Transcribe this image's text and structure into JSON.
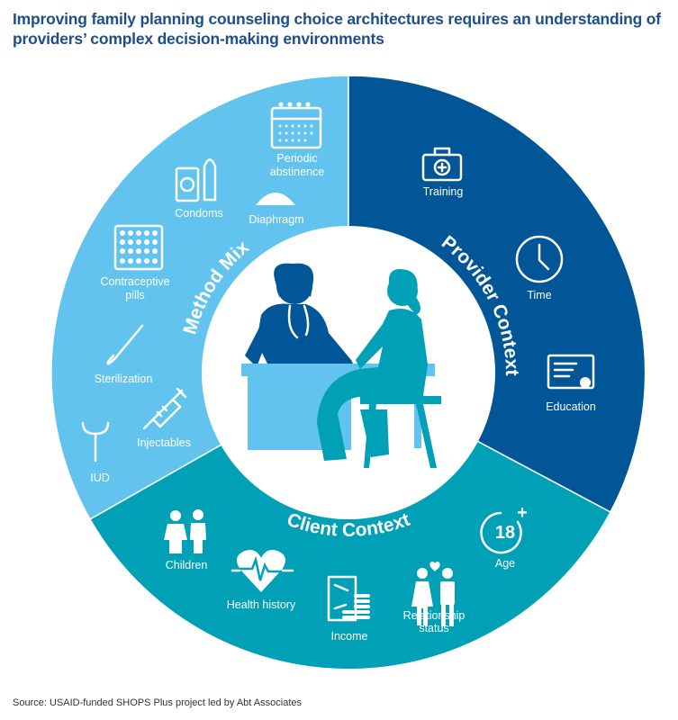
{
  "title": "Improving family planning counseling choice architectures requires an understanding of providers’ complex decision-making environments",
  "source": "Source: USAID-funded SHOPS Plus project led by Abt Associates",
  "colors": {
    "method_mix": "#62C3EE",
    "provider_context": "#005696",
    "client_context": "#00A0B6",
    "title": "#1c4f8c"
  },
  "segments": {
    "method_mix": {
      "label": "Method Mix",
      "items": [
        {
          "label": "Periodic abstinence",
          "line1": "Periodic",
          "line2": "abstinence",
          "icon": "calendar-icon"
        },
        {
          "label": "Condoms",
          "icon": "condom-icon"
        },
        {
          "label": "Diaphragm",
          "icon": "diaphragm-icon"
        },
        {
          "label": "Contraceptive pills",
          "line1": "Contraceptive",
          "line2": "pills",
          "icon": "pill-pack-icon"
        },
        {
          "label": "Sterilization",
          "icon": "scalpel-icon"
        },
        {
          "label": "Injectables",
          "icon": "syringe-icon"
        },
        {
          "label": "IUD",
          "icon": "iud-icon"
        }
      ]
    },
    "provider_context": {
      "label": "Provider Context",
      "items": [
        {
          "label": "Training",
          "icon": "first-aid-kit-icon"
        },
        {
          "label": "Time",
          "icon": "clock-icon"
        },
        {
          "label": "Education",
          "icon": "certificate-icon"
        }
      ]
    },
    "client_context": {
      "label": "Client Context",
      "items": [
        {
          "label": "Children",
          "icon": "children-icon"
        },
        {
          "label": "Health history",
          "icon": "heart-rate-icon"
        },
        {
          "label": "Income",
          "icon": "money-icon"
        },
        {
          "label": "Relationship status",
          "line1": "Relationship",
          "line2": "status",
          "icon": "couple-icon"
        },
        {
          "label": "Age",
          "icon": "age-18-plus-icon",
          "badge": "18",
          "badge_plus": "+"
        }
      ]
    }
  }
}
